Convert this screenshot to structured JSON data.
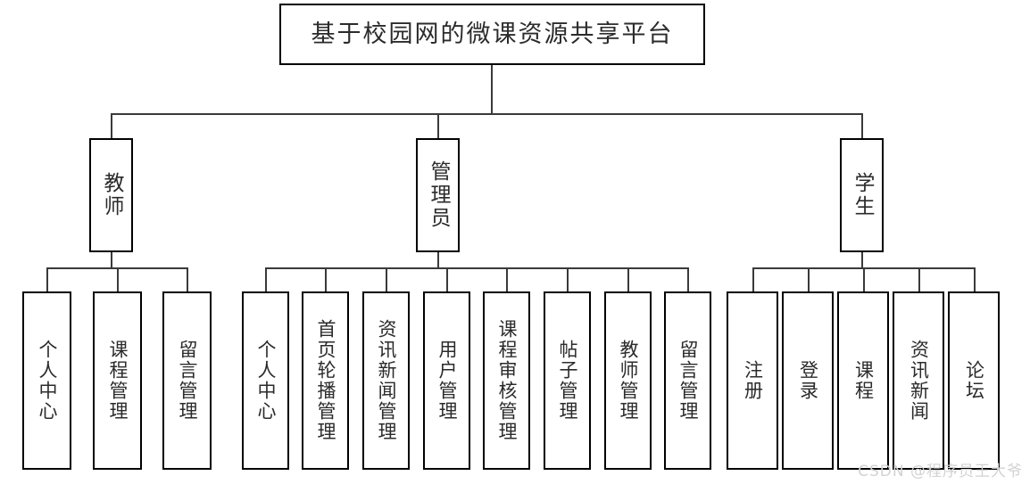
{
  "diagram": {
    "type": "organization-tree",
    "title": "基于校园网的微课资源共享平台",
    "watermark": "CSDN @程序员王大爷",
    "colors": {
      "background": "#ffffff",
      "box_border": "#000000",
      "connector": "#3a3a3a",
      "text": "#2b2b2b",
      "watermark": "#d2d2d2"
    },
    "root": {
      "label": "基于校园网的微课资源共享平台"
    },
    "branches": [
      {
        "label": "教师",
        "children": [
          {
            "label": "个人中心"
          },
          {
            "label": "课程管理"
          },
          {
            "label": "留言管理"
          }
        ]
      },
      {
        "label": "管理员",
        "children": [
          {
            "label": "个人中心"
          },
          {
            "label": "首页轮播管理"
          },
          {
            "label": "资讯新闻管理"
          },
          {
            "label": "用户管理"
          },
          {
            "label": "课程审核管理"
          },
          {
            "label": "帖子管理"
          },
          {
            "label": "教师管理"
          },
          {
            "label": "留言管理"
          }
        ]
      },
      {
        "label": "学生",
        "children": [
          {
            "label": "注册"
          },
          {
            "label": "登录"
          },
          {
            "label": "课程"
          },
          {
            "label": "资讯新闻"
          },
          {
            "label": "论坛"
          }
        ]
      }
    ]
  }
}
